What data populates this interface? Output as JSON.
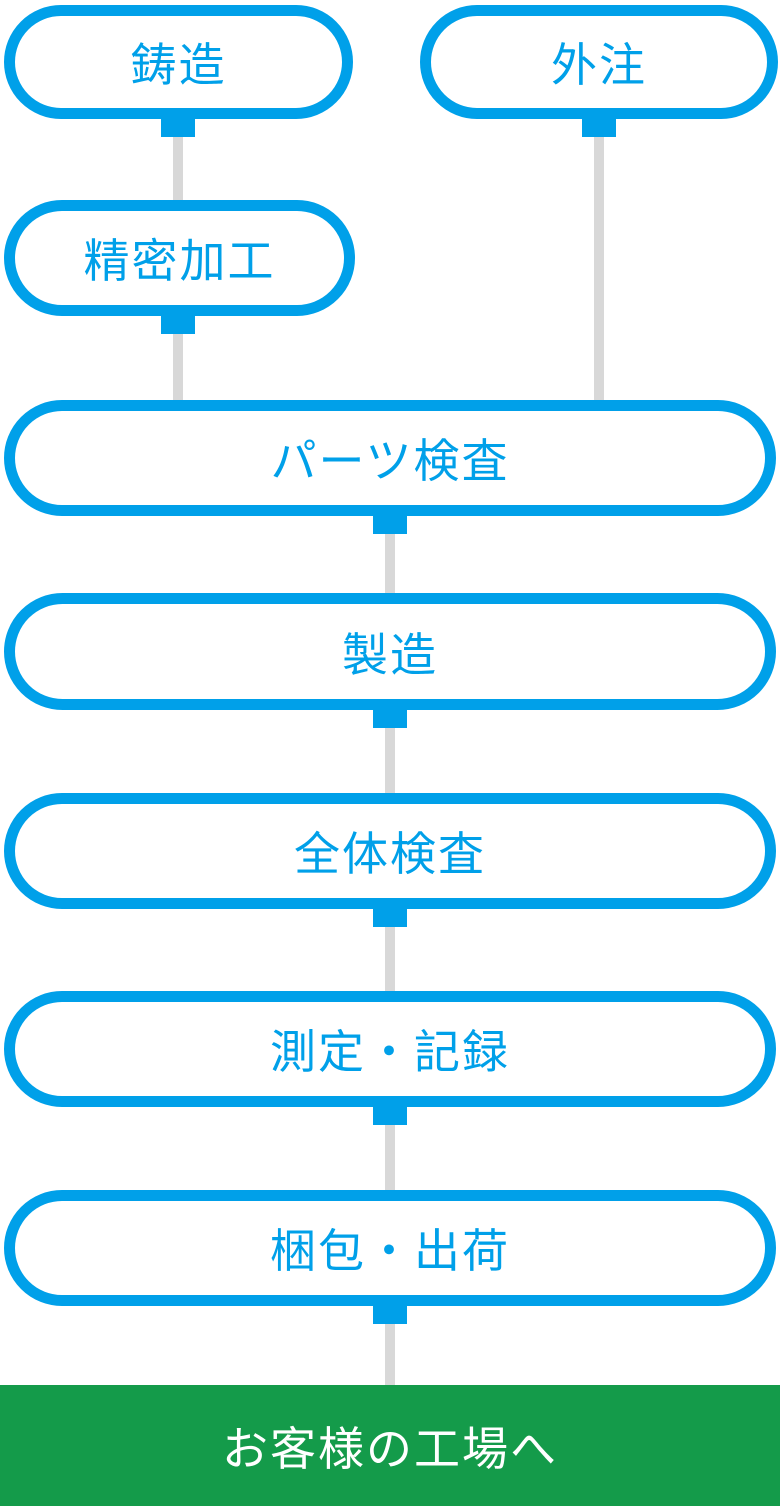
{
  "diagram": {
    "type": "flowchart",
    "title": "manufacturing-process-flow",
    "nodes": [
      {
        "id": "casting",
        "label": "鋳造"
      },
      {
        "id": "outsourcing",
        "label": "外注"
      },
      {
        "id": "precision-machining",
        "label": "精密加工"
      },
      {
        "id": "parts-inspection",
        "label": "パーツ検査"
      },
      {
        "id": "manufacturing",
        "label": "製造"
      },
      {
        "id": "overall-inspection",
        "label": "全体検査"
      },
      {
        "id": "measurement-recording",
        "label": "測定・記録"
      },
      {
        "id": "packing-shipping",
        "label": "梱包・出荷"
      }
    ],
    "destination": {
      "id": "customer-factory",
      "label": "お客様の工場へ"
    },
    "edges": [
      {
        "from": "casting",
        "to": "precision-machining"
      },
      {
        "from": "precision-machining",
        "to": "parts-inspection"
      },
      {
        "from": "outsourcing",
        "to": "parts-inspection"
      },
      {
        "from": "parts-inspection",
        "to": "manufacturing"
      },
      {
        "from": "manufacturing",
        "to": "overall-inspection"
      },
      {
        "from": "overall-inspection",
        "to": "measurement-recording"
      },
      {
        "from": "measurement-recording",
        "to": "packing-shipping"
      },
      {
        "from": "packing-shipping",
        "to": "customer-factory"
      }
    ],
    "colors": {
      "node_blue": "#00A0E9",
      "node_fill": "#FFFFFF",
      "connector_gray": "#D8D8D8",
      "destination_green": "#149B4A",
      "destination_text": "#FFFFFF"
    }
  }
}
